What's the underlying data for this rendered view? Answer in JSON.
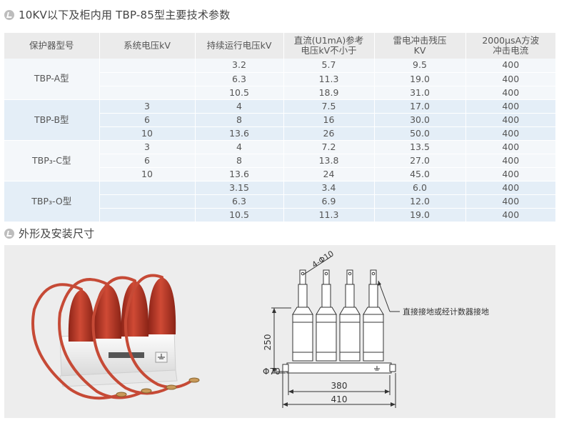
{
  "section1": {
    "title": "10KV以下及柜内用 TBP-85型主要技术参数"
  },
  "section2": {
    "title": "外形及安装尺寸"
  },
  "table": {
    "headers": {
      "model": "保护器型号",
      "system_voltage": "系统电压kV",
      "mcov": "持续运行电压kV",
      "dc_line1": "直流(U1mA)参考",
      "dc_line2": "电压kV不小于",
      "lightning_line1": "雷电冲击残压",
      "lightning_line2": "KV",
      "impulse_line1": "2000μsA方波",
      "impulse_line2": "冲击电流"
    },
    "groups": [
      {
        "model": "TBP-A型",
        "rows": [
          {
            "system": "",
            "mcov": "3.2",
            "dc": "5.7",
            "lightning": "9.5",
            "impulse": "400"
          },
          {
            "system": "",
            "mcov": "6.3",
            "dc": "11.3",
            "lightning": "19.0",
            "impulse": "400"
          },
          {
            "system": "",
            "mcov": "10.5",
            "dc": "18.9",
            "lightning": "31.0",
            "impulse": "400"
          }
        ]
      },
      {
        "model": "TBP-B型",
        "rows": [
          {
            "system": "3",
            "mcov": "4",
            "dc": "7.5",
            "lightning": "17.0",
            "impulse": "400"
          },
          {
            "system": "6",
            "mcov": "8",
            "dc": "16",
            "lightning": "30.0",
            "impulse": "400"
          },
          {
            "system": "10",
            "mcov": "13.6",
            "dc": "26",
            "lightning": "50.0",
            "impulse": "400"
          }
        ]
      },
      {
        "model": "TBP₃-C型",
        "rows": [
          {
            "system": "3",
            "mcov": "4",
            "dc": "7.2",
            "lightning": "13.5",
            "impulse": "400"
          },
          {
            "system": "6",
            "mcov": "8",
            "dc": "13.8",
            "lightning": "27.0",
            "impulse": "400"
          },
          {
            "system": "10",
            "mcov": "13.6",
            "dc": "24",
            "lightning": "45.0",
            "impulse": "400"
          }
        ]
      },
      {
        "model": "TBP₃-O型",
        "rows": [
          {
            "system": "",
            "mcov": "3.15",
            "dc": "3.4",
            "lightning": "6.0",
            "impulse": "400"
          },
          {
            "system": "",
            "mcov": "6.3",
            "dc": "6.9",
            "lightning": "12.0",
            "impulse": "400"
          },
          {
            "system": "",
            "mcov": "10.5",
            "dc": "11.3",
            "lightning": "19.0",
            "impulse": "400"
          }
        ]
      }
    ]
  },
  "drawing": {
    "hole_label": "4-Φ10",
    "ground_note": "直接接地或经计数器接地",
    "height_dim": "250",
    "base_dim": "Φ70",
    "inner_width_dim": "380",
    "outer_width_dim": "410"
  },
  "colors": {
    "header_bg": "#ebebeb",
    "row_light": "#f4f7fa",
    "row_blue": "#e4eef7",
    "cap_red": "#c0392b",
    "panel_bg": "#ededed"
  }
}
